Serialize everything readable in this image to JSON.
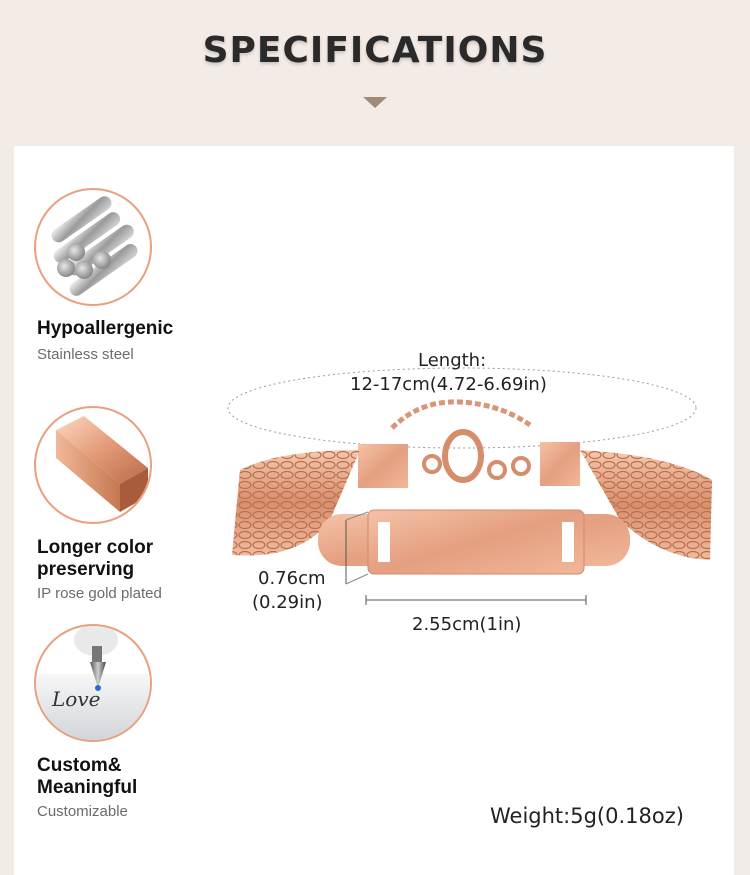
{
  "header": {
    "title": "SPECIFICATIONS"
  },
  "features": [
    {
      "title": "Hypoallergenic",
      "subtitle": "Stainless steel",
      "icon": "steel-rods-icon"
    },
    {
      "title_line1": "Longer color",
      "title_line2": "preserving",
      "subtitle": "IP rose gold plated",
      "icon": "rose-gold-bar-icon"
    },
    {
      "title_line1": "Custom&",
      "title_line2": "Meaningful",
      "subtitle": "Customizable",
      "icon": "engraving-tool-icon",
      "engraving_text": "Love"
    }
  ],
  "dimensions": {
    "length_label": "Length:",
    "length_value": "12-17cm(4.72-6.69in)",
    "height_cm": "0.76cm",
    "height_in": "(0.29in)",
    "width": "2.55cm(1in)",
    "weight": "Weight:5g(0.18oz)"
  },
  "colors": {
    "background": "#f3ebe6",
    "accent_border": "#e8a07e",
    "rose_gold": "#e2a98c"
  }
}
